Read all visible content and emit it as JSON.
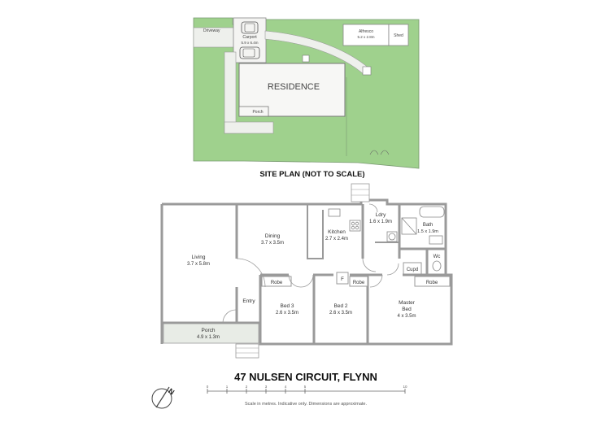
{
  "site": {
    "driveway": "Driveway",
    "carport": "Carport",
    "carport_dim": "5.9 x 6.4m",
    "alfresco": "Alfresco",
    "alfresco_dim": "5.2 x 2.8m",
    "shed": "Shed",
    "residence": "RESIDENCE",
    "porch": "Porch",
    "caption": "SITE PLAN (NOT TO SCALE)"
  },
  "rooms": {
    "living": {
      "name": "Living",
      "dim": "3.7 x 5.8m"
    },
    "dining": {
      "name": "Dining",
      "dim": "3.7 x 3.5m"
    },
    "kitchen": {
      "name": "Kitchen",
      "dim": "2.7 x 2.4m"
    },
    "ldry": {
      "name": "Ldry",
      "dim": "1.6 x 1.9m"
    },
    "bath": {
      "name": "Bath",
      "dim": "1.5 x 1.9m"
    },
    "wc": {
      "name": "Wc"
    },
    "cupd": {
      "name": "Cupd"
    },
    "robe_bed3": "Robe",
    "robe_bed2": "Robe",
    "robe_master": "Robe",
    "f": "F",
    "entry": "Entry",
    "bed3": {
      "name": "Bed 3",
      "dim": "2.6 x 3.5m"
    },
    "bed2": {
      "name": "Bed 2",
      "dim": "2.6 x 3.5m"
    },
    "master": {
      "name1": "Master",
      "name2": "Bed",
      "dim": "4 x 3.5m"
    },
    "porch": {
      "name": "Porch",
      "dim": "4.9 x 1.3m"
    }
  },
  "address": "47 NULSEN CIRCUIT, FLYNN",
  "scale": {
    "ticks": [
      "0",
      "1",
      "2",
      "3",
      "4",
      "5",
      "10"
    ],
    "note": "Scale in metres. Indicative only. Dimensions are approximate."
  },
  "compass": {
    "letter": "N"
  },
  "colors": {
    "grass": "#9fd18d",
    "grass_edge": "#7a9a72",
    "path": "#e9ece6",
    "wall": "#9a9a9a",
    "porch_fill": "#e8ece6"
  }
}
